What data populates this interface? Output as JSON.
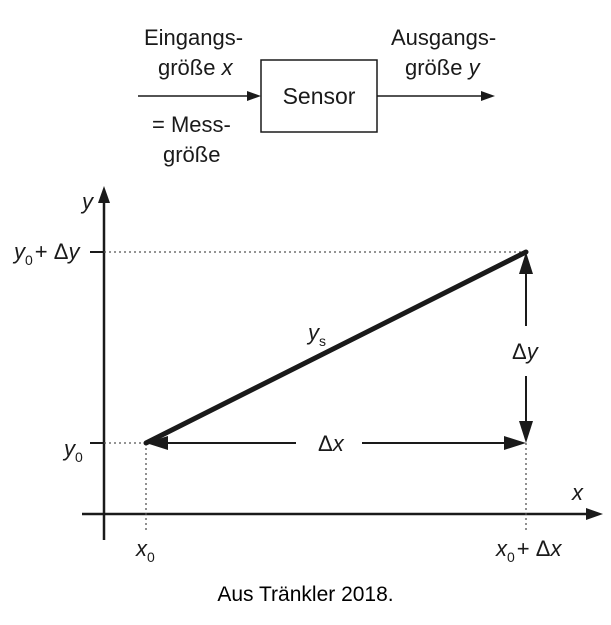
{
  "block": {
    "sensor_label": "Sensor",
    "input_line1": "Eingangs-",
    "input_line2_prefix": "größe ",
    "input_var": "x",
    "measurand_line1": "= Mess-",
    "measurand_line2": "größe",
    "output_line1": "Ausgangs-",
    "output_line2_prefix": "größe ",
    "output_var": "y"
  },
  "graph": {
    "y_axis_label": "y",
    "x_axis_label": "x",
    "y0_base": "y",
    "y0_sub": "0",
    "y_top_base": "y",
    "y_top_sub": "0",
    "y_top_suffix": "+ Δy",
    "x0_base": "x",
    "x0_sub": "0",
    "x_right_base": "x",
    "x_right_sub": "0",
    "x_right_suffix": "+ Δx",
    "line_base": "y",
    "line_sub": "s",
    "delta_x": "Δx",
    "delta_y": "Δy"
  },
  "caption": "Aus Tränkler 2018.",
  "colors": {
    "ink": "#1a1a1a",
    "dotted": "#555555"
  }
}
